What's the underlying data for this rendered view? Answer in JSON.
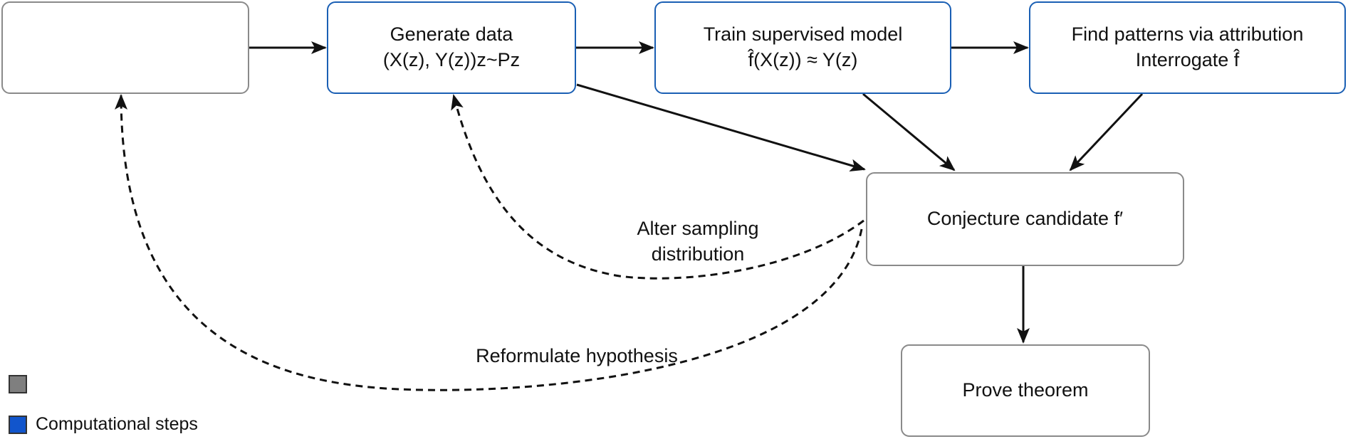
{
  "colors": {
    "human_step_border": "#8a8a8a",
    "computational_step_border": "#1a5fb4",
    "legend_gray": "#7f7f7f",
    "legend_blue": "#1155cc",
    "arrow": "#111111"
  },
  "nodes": {
    "hypothesize": {
      "line1": "",
      "line2": ""
    },
    "generate": {
      "line1": "Generate data",
      "line2": "(X(z), Y(z))z~Pz"
    },
    "train": {
      "line1": "Train supervised model",
      "line2": "f̂(X(z)) ≈ Y(z)"
    },
    "find": {
      "line1": "Find patterns via attribution",
      "line2": "Interrogate f̂"
    },
    "conjecture": {
      "line1": "Conjecture candidate f′"
    },
    "prove": {
      "line1": "Prove theorem"
    }
  },
  "edge_labels": {
    "alter": [
      "Alter sampling",
      "distribution"
    ],
    "reformulate": "Reformulate hypothesis"
  },
  "legend": [
    {
      "label": ""
    },
    {
      "label": "Computational steps"
    }
  ]
}
